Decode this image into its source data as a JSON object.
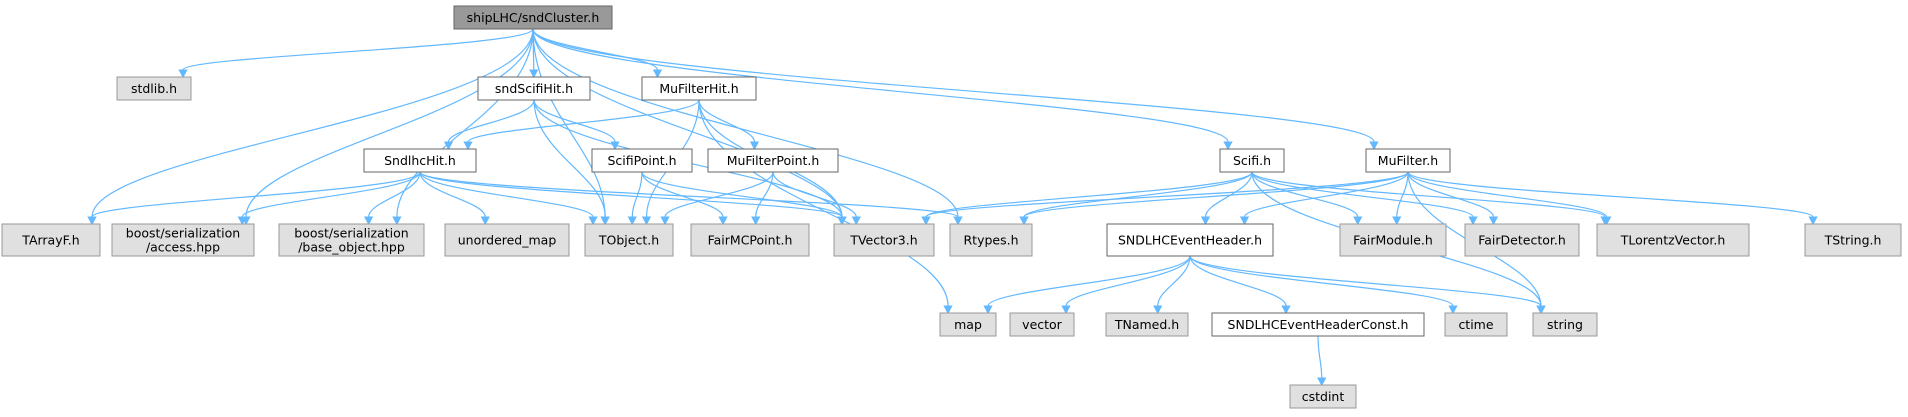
{
  "diagram": {
    "title": "",
    "colors": {
      "root_fill": "#999999",
      "root_stroke": "#666666",
      "header_fill": "#ffffff",
      "header_stroke": "#666666",
      "system_fill": "#e0e0e0",
      "system_stroke": "#999999",
      "edge": "#63b8ff"
    },
    "nodes": [
      {
        "id": "shipLHC",
        "lines": [
          "shipLHC/sndCluster.h"
        ],
        "kind": "root"
      },
      {
        "id": "stdlib",
        "lines": [
          "stdlib.h"
        ],
        "kind": "system"
      },
      {
        "id": "sndScifiHit",
        "lines": [
          "sndScifiHit.h"
        ],
        "kind": "header"
      },
      {
        "id": "MuFilterHit",
        "lines": [
          "MuFilterHit.h"
        ],
        "kind": "header"
      },
      {
        "id": "SndlhcHit",
        "lines": [
          "SndlhcHit.h"
        ],
        "kind": "header"
      },
      {
        "id": "ScifiPoint",
        "lines": [
          "ScifiPoint.h"
        ],
        "kind": "header"
      },
      {
        "id": "MuFilterPoint",
        "lines": [
          "MuFilterPoint.h"
        ],
        "kind": "header"
      },
      {
        "id": "Scifi",
        "lines": [
          "Scifi.h"
        ],
        "kind": "header"
      },
      {
        "id": "MuFilter",
        "lines": [
          "MuFilter.h"
        ],
        "kind": "header"
      },
      {
        "id": "TArrayF",
        "lines": [
          "TArrayF.h"
        ],
        "kind": "system"
      },
      {
        "id": "access",
        "lines": [
          "boost/serialization",
          "/access.hpp"
        ],
        "kind": "system"
      },
      {
        "id": "base_object",
        "lines": [
          "boost/serialization",
          "/base_object.hpp"
        ],
        "kind": "system"
      },
      {
        "id": "unordered_map",
        "lines": [
          "unordered_map"
        ],
        "kind": "system"
      },
      {
        "id": "TObject",
        "lines": [
          "TObject.h"
        ],
        "kind": "system"
      },
      {
        "id": "FairMCPoint",
        "lines": [
          "FairMCPoint.h"
        ],
        "kind": "system"
      },
      {
        "id": "TVector3",
        "lines": [
          "TVector3.h"
        ],
        "kind": "system"
      },
      {
        "id": "Rtypes",
        "lines": [
          "Rtypes.h"
        ],
        "kind": "system"
      },
      {
        "id": "SNDLHCEventHeader",
        "lines": [
          "SNDLHCEventHeader.h"
        ],
        "kind": "header"
      },
      {
        "id": "FairModule",
        "lines": [
          "FairModule.h"
        ],
        "kind": "system"
      },
      {
        "id": "FairDetector",
        "lines": [
          "FairDetector.h"
        ],
        "kind": "system"
      },
      {
        "id": "TLorentzVector",
        "lines": [
          "TLorentzVector.h"
        ],
        "kind": "system"
      },
      {
        "id": "TString",
        "lines": [
          "TString.h"
        ],
        "kind": "system"
      },
      {
        "id": "map",
        "lines": [
          "map"
        ],
        "kind": "system"
      },
      {
        "id": "vector",
        "lines": [
          "vector"
        ],
        "kind": "system"
      },
      {
        "id": "TNamed",
        "lines": [
          "TNamed.h"
        ],
        "kind": "system"
      },
      {
        "id": "SNDLHCEventHeaderConst",
        "lines": [
          "SNDLHCEventHeaderConst.h"
        ],
        "kind": "header"
      },
      {
        "id": "ctime",
        "lines": [
          "ctime"
        ],
        "kind": "system"
      },
      {
        "id": "string",
        "lines": [
          "string"
        ],
        "kind": "system"
      },
      {
        "id": "cstdint",
        "lines": [
          "cstdint"
        ],
        "kind": "system"
      }
    ],
    "edges": [
      [
        "shipLHC",
        "stdlib"
      ],
      [
        "shipLHC",
        "sndScifiHit"
      ],
      [
        "shipLHC",
        "MuFilterHit"
      ],
      [
        "shipLHC",
        "Scifi"
      ],
      [
        "shipLHC",
        "MuFilter"
      ],
      [
        "shipLHC",
        "TArrayF"
      ],
      [
        "shipLHC",
        "access"
      ],
      [
        "shipLHC",
        "base_object"
      ],
      [
        "shipLHC",
        "TObject"
      ],
      [
        "shipLHC",
        "TVector3"
      ],
      [
        "shipLHC",
        "Rtypes"
      ],
      [
        "sndScifiHit",
        "SndlhcHit"
      ],
      [
        "sndScifiHit",
        "ScifiPoint"
      ],
      [
        "sndScifiHit",
        "TObject"
      ],
      [
        "sndScifiHit",
        "TVector3"
      ],
      [
        "MuFilterHit",
        "SndlhcHit"
      ],
      [
        "MuFilterHit",
        "MuFilterPoint"
      ],
      [
        "MuFilterHit",
        "TObject"
      ],
      [
        "MuFilterHit",
        "TVector3"
      ],
      [
        "MuFilterHit",
        "map"
      ],
      [
        "SndlhcHit",
        "TArrayF"
      ],
      [
        "SndlhcHit",
        "access"
      ],
      [
        "SndlhcHit",
        "base_object"
      ],
      [
        "SndlhcHit",
        "unordered_map"
      ],
      [
        "SndlhcHit",
        "TObject"
      ],
      [
        "SndlhcHit",
        "TVector3"
      ],
      [
        "SndlhcHit",
        "Rtypes"
      ],
      [
        "ScifiPoint",
        "TObject"
      ],
      [
        "ScifiPoint",
        "FairMCPoint"
      ],
      [
        "ScifiPoint",
        "TVector3"
      ],
      [
        "MuFilterPoint",
        "TObject"
      ],
      [
        "MuFilterPoint",
        "FairMCPoint"
      ],
      [
        "MuFilterPoint",
        "TVector3"
      ],
      [
        "Scifi",
        "TVector3"
      ],
      [
        "Scifi",
        "Rtypes"
      ],
      [
        "Scifi",
        "SNDLHCEventHeader"
      ],
      [
        "Scifi",
        "FairModule"
      ],
      [
        "Scifi",
        "FairDetector"
      ],
      [
        "Scifi",
        "TLorentzVector"
      ],
      [
        "Scifi",
        "string"
      ],
      [
        "MuFilter",
        "TVector3"
      ],
      [
        "MuFilter",
        "Rtypes"
      ],
      [
        "MuFilter",
        "SNDLHCEventHeader"
      ],
      [
        "MuFilter",
        "FairModule"
      ],
      [
        "MuFilter",
        "FairDetector"
      ],
      [
        "MuFilter",
        "TLorentzVector"
      ],
      [
        "MuFilter",
        "TString"
      ],
      [
        "MuFilter",
        "string"
      ],
      [
        "SNDLHCEventHeader",
        "map"
      ],
      [
        "SNDLHCEventHeader",
        "vector"
      ],
      [
        "SNDLHCEventHeader",
        "TNamed"
      ],
      [
        "SNDLHCEventHeader",
        "SNDLHCEventHeaderConst"
      ],
      [
        "SNDLHCEventHeader",
        "ctime"
      ],
      [
        "SNDLHCEventHeader",
        "string"
      ],
      [
        "SNDLHCEventHeaderConst",
        "cstdint"
      ]
    ]
  }
}
